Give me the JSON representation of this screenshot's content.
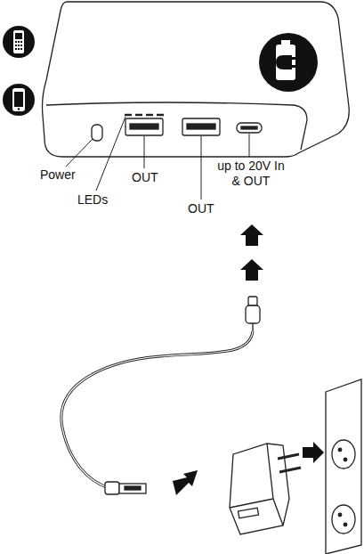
{
  "diagram": {
    "labels": [
      "Power",
      "LEDs",
      "OUT",
      "OUT",
      "up to 20V In & OUT"
    ]
  }
}
